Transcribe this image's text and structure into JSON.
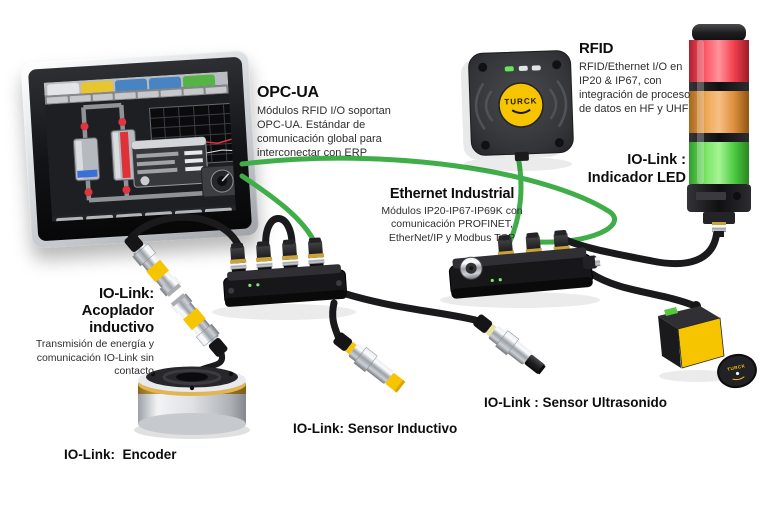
{
  "brand": {
    "logo_text": "TURCK"
  },
  "annotations": {
    "opc_ua": {
      "title": "OPC-UA",
      "body": "Módulos RFID I/O soportan OPC-UA. Estándar de comunicación global para interconectar con ERP"
    },
    "rfid": {
      "title": "RFID",
      "body": "RFID/Ethernet I/O en IP20 & IP67, con integración de proceso de datos en HF y UHF"
    },
    "led_indicator": {
      "label": "IO-Link : Indicador LED"
    },
    "ethernet": {
      "title": "Ethernet Industrial",
      "body": "Módulos IP20-IP67-IP69K con comunicación PROFINET, EtherNet/IP y Modbus TCP"
    },
    "inductive_coupler": {
      "title": "IO-Link: Acoplador inductivo",
      "body": "Transmisión de energía y comunicación IO-Link sin contacto"
    },
    "encoder": {
      "label": "IO-Link:  Encoder"
    },
    "inductive_sensor": {
      "label": "IO-Link: Sensor Inductivo"
    },
    "ultrasonic_sensor": {
      "label": "IO-Link : Sensor Ultrasonido"
    }
  },
  "colors": {
    "turck_yellow": "#f7c400",
    "cable_green": "#3fae49",
    "cable_black": "#1a1a1c",
    "tower_red": "#f2404e",
    "tower_amber": "#e09442",
    "tower_green": "#58cf4a",
    "hmi_tab_yellow": "#e6c52f",
    "hmi_tab_blue": "#4884c4",
    "hmi_tab_green": "#55b445",
    "valve_red": "#e03540"
  }
}
